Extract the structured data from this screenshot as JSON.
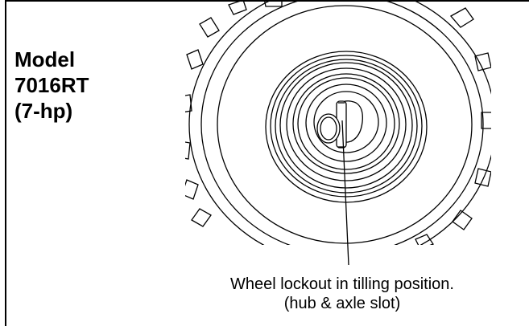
{
  "model": {
    "line1": "Model",
    "line2": "7016RT",
    "line3": "(7-hp)"
  },
  "caption": {
    "line1": "Wheel lockout in tilling position.",
    "line2": "(hub & axle slot)"
  }
}
